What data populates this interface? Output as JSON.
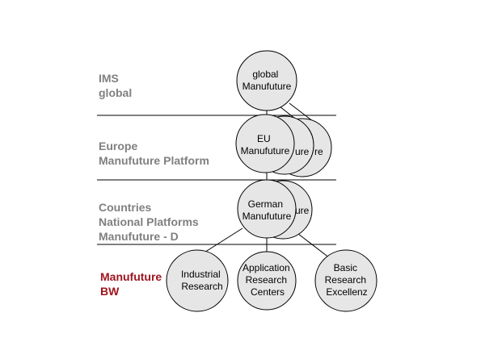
{
  "levels": {
    "ims": [
      "IMS",
      "global"
    ],
    "europe": [
      "Europe",
      "Manufuture Platform"
    ],
    "countries": [
      "Countries",
      "National Platforms",
      "Manufuture - D"
    ],
    "bw": [
      "Manufuture",
      "BW"
    ]
  },
  "nodes": {
    "global": [
      "global",
      "Manufuture"
    ],
    "eu": [
      "EU",
      "Manufuture"
    ],
    "eu_back1_fragment": "ure",
    "eu_back2_fragment": "re",
    "german": [
      "German",
      "Manufuture"
    ],
    "german_back_fragment": "ure",
    "industrial": [
      "Industrial",
      "Research"
    ],
    "application": [
      "Application",
      "Research",
      "Centers"
    ],
    "basic": [
      "Basic",
      "Research",
      "Excellenz"
    ]
  },
  "colors": {
    "level_label": "#808080",
    "level_label_highlight": "#a0141e",
    "node_fill": "#e6e6e6"
  }
}
